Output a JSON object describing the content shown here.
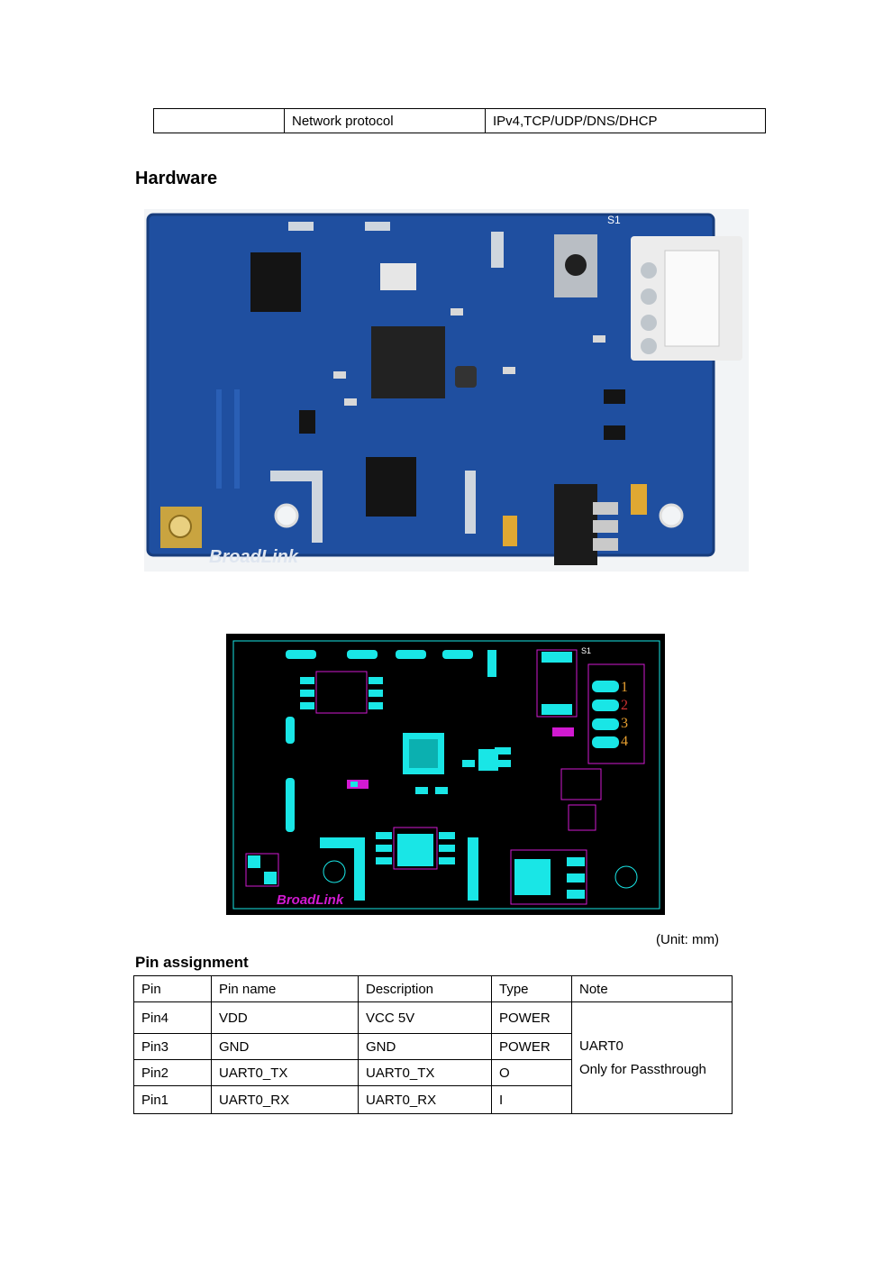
{
  "spec_row": {
    "blank": "",
    "label": "Network protocol",
    "value": "IPv4,TCP/UDP/DNS/DHCP"
  },
  "hardware_heading": "Hardware",
  "pcb_photo": {
    "board_label": "BroadLink",
    "s1": "S1"
  },
  "pcb_layout": {
    "board_label": "BroadLink",
    "s1": "S1",
    "pin_numbers": [
      "1",
      "2",
      "3",
      "4"
    ]
  },
  "unit_note": "(Unit: mm)",
  "pin_heading": "Pin assignment",
  "pin_table": {
    "headers": [
      "Pin",
      "Pin name",
      "Description",
      "Type",
      "Note"
    ],
    "rows": [
      [
        "Pin4",
        "VDD",
        "VCC 5V",
        "POWER"
      ],
      [
        "Pin3",
        "GND",
        "GND",
        "POWER"
      ],
      [
        "Pin2",
        "UART0_TX",
        "UART0_TX",
        "O"
      ],
      [
        "Pin1",
        "UART0_RX",
        "UART0_RX",
        "I"
      ]
    ],
    "note_line1": "UART0",
    "note_line2": "Only for Passthrough"
  },
  "colors": {
    "pcb_blue": "#1f4fa0",
    "layout_bg": "#000000",
    "pad_cyan": "#19e6e6",
    "silk_magenta": "#d11ad1"
  }
}
